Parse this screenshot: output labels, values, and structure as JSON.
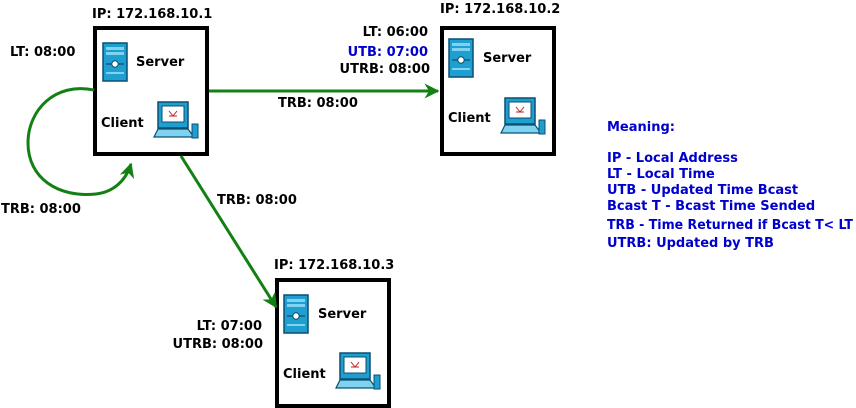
{
  "nodes": [
    {
      "ip": "IP: 172.168.10.1",
      "server_label": "Server",
      "client_label": "Client",
      "lines": [
        "LT: 08:00"
      ]
    },
    {
      "ip": "IP: 172.168.10.2",
      "server_label": "Server",
      "client_label": "Client",
      "lines": [
        "LT: 06:00",
        "UTB: 07:00",
        "UTRB: 08:00"
      ]
    },
    {
      "ip": "IP: 172.168.10.3",
      "server_label": "Server",
      "client_label": "Client",
      "lines": [
        "LT: 07:00",
        "UTRB: 08:00"
      ]
    }
  ],
  "edges": [
    {
      "label": "TRB: 08:00"
    },
    {
      "label": "TRB: 08:00"
    },
    {
      "label": "TRB: 08:00"
    }
  ],
  "legend": {
    "title": "Meaning:",
    "items": [
      "IP - Local Address",
      "LT - Local Time",
      "UTB - Updated Time Bcast",
      "Bcast T - Bcast Time Sended",
      "TRB - Time Returned if Bcast T< LT",
      "UTRB: Updated by TRB"
    ]
  },
  "colors": {
    "arrow": "#138013",
    "highlight": "#0000cc",
    "legend_text": "#0000cc",
    "icon_blue": "#1f9fd0"
  },
  "icons": {
    "server": "server-icon",
    "client": "computer-icon"
  }
}
